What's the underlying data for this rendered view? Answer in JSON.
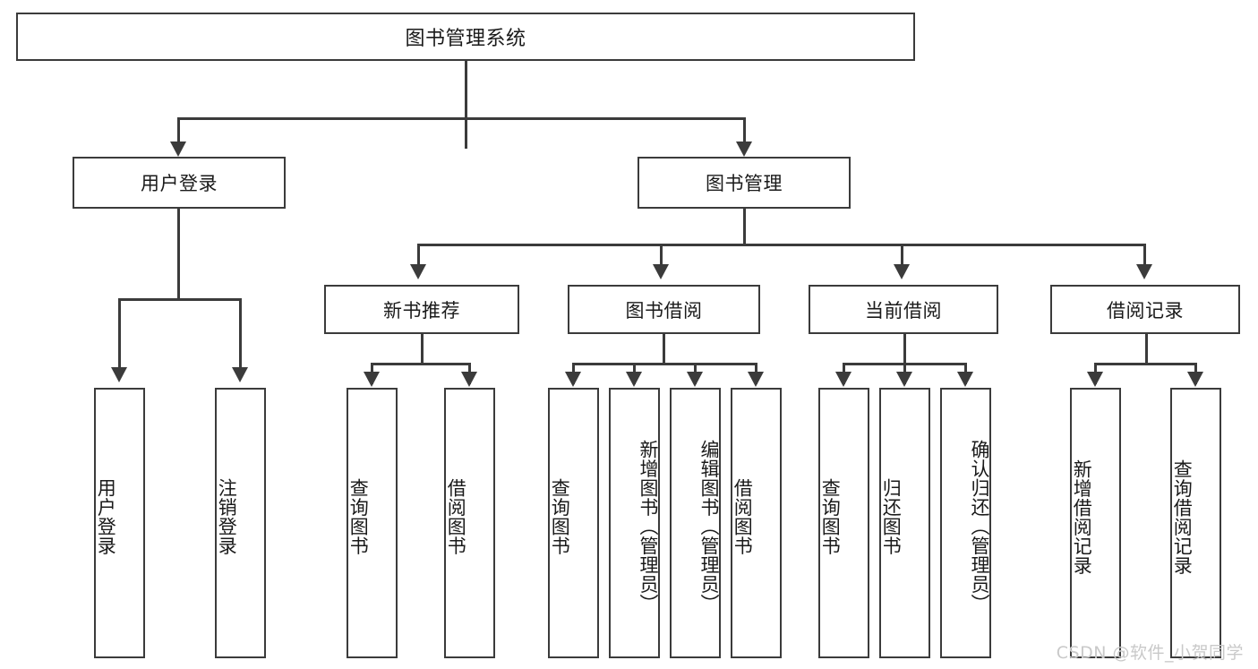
{
  "diagram": {
    "title": "图书管理系统",
    "root": {
      "label": "图书管理系统"
    },
    "level2": [
      {
        "label": "用户登录"
      },
      {
        "label": "图书管理"
      }
    ],
    "level3": [
      {
        "label": "新书推荐"
      },
      {
        "label": "图书借阅"
      },
      {
        "label": "当前借阅"
      },
      {
        "label": "借阅记录"
      }
    ],
    "leaves": {
      "user_login": [
        {
          "label": "用户登录"
        },
        {
          "label": "注销登录"
        }
      ],
      "new_book_recommend": [
        {
          "label": "查询图书"
        },
        {
          "label": "借阅图书"
        }
      ],
      "book_borrow": [
        {
          "label": "查询图书"
        },
        {
          "label": "新增图书（管理员）"
        },
        {
          "label": "编辑图书（管理员）"
        },
        {
          "label": "借阅图书"
        }
      ],
      "current_borrow": [
        {
          "label": "查询图书"
        },
        {
          "label": "归还图书"
        },
        {
          "label": "确认归还（管理员）"
        }
      ],
      "borrow_record": [
        {
          "label": "新增借阅记录"
        },
        {
          "label": "查询借阅记录"
        }
      ]
    }
  },
  "watermark": {
    "text": "CSDN @软件_小贺同学"
  },
  "colors": {
    "stroke": "#3b3b3b",
    "background": "#ffffff",
    "text": "#1a1a1a",
    "watermark": "#c9c9c9"
  }
}
